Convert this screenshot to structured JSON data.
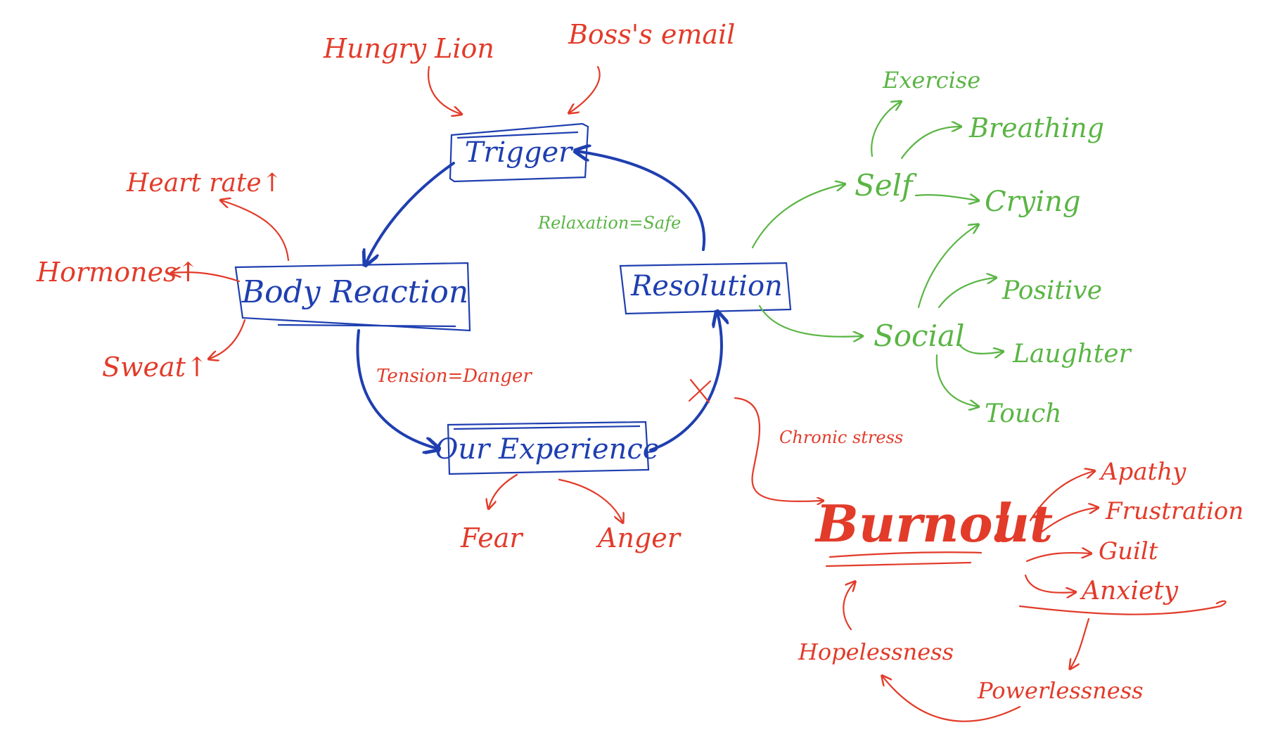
{
  "colors": {
    "blue": "#1f3fb0",
    "red": "#e23b2a",
    "green": "#5ab544",
    "background": "#ffffff"
  },
  "cycle": {
    "trigger": "Trigger",
    "body_reaction": "Body Reaction",
    "our_experience": "Our Experience",
    "resolution": "Resolution"
  },
  "edge_labels": {
    "tension": "Tension=Danger",
    "relaxation": "Relaxation=Safe",
    "chronic_stress": "Chronic stress"
  },
  "triggers": [
    "Hungry Lion",
    "Boss's email"
  ],
  "body_effects": [
    "Heart rate↑",
    "Hormones↑",
    "Sweat↑"
  ],
  "emotions": [
    "Fear",
    "Anger"
  ],
  "resolution_types": {
    "self": "Self",
    "social": "Social",
    "self_items": [
      "Exercise",
      "Breathing",
      "Crying"
    ],
    "social_items": [
      "Positive",
      "Laughter",
      "Touch"
    ]
  },
  "burnout": {
    "title": "Burnout",
    "mark": "!",
    "effects": [
      "Apathy",
      "Frustration",
      "Guilt",
      "Anxiety"
    ],
    "powerlessness": "Powerlessness",
    "hopelessness": "Hopelessness"
  }
}
